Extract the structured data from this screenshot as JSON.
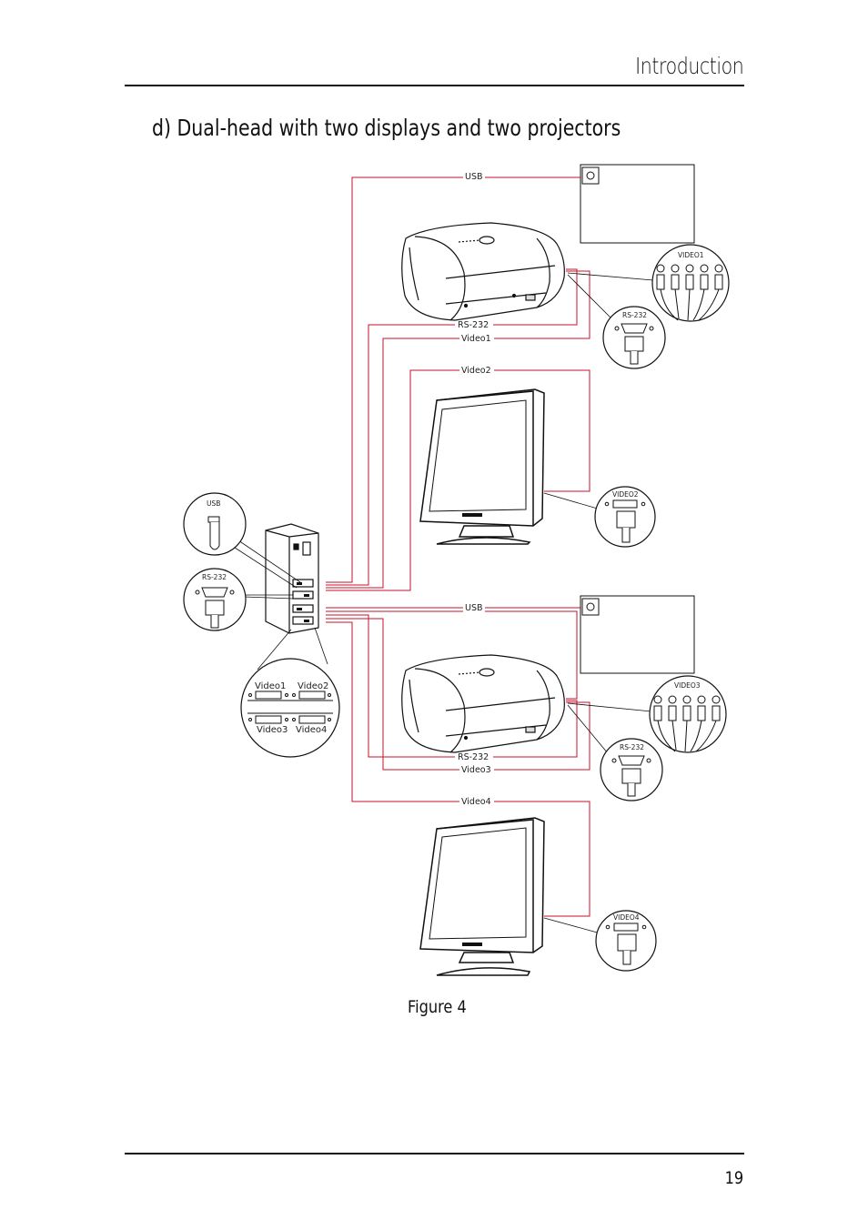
{
  "header": {
    "title": "Introduction"
  },
  "section": {
    "title": "d) Dual-head with two displays and two projectors"
  },
  "figure": {
    "caption": "Figure 4",
    "labels": {
      "usb_top": "USB",
      "rs232_top": "RS-232",
      "video1": "Video1",
      "video2": "Video2",
      "usb_bottom": "USB",
      "rs232_bottom": "RS-232",
      "video3": "Video3",
      "video4": "Video4"
    },
    "callouts": {
      "pc_usb": "USB",
      "pc_rs232": "RS-232",
      "pc_video1": "Video1",
      "pc_video2": "Video2",
      "pc_video3": "Video3",
      "pc_video4": "Video4",
      "proj1_video": "VIDEO1",
      "proj1_rs232": "RS-232",
      "disp1_video": "VIDEO2",
      "proj2_video": "VIDEO3",
      "proj2_rs232": "RS-232",
      "disp2_video": "VIDEO4"
    },
    "colors": {
      "cable": "#c8102e",
      "line": "#111111"
    }
  },
  "footer": {
    "page_number": "19"
  }
}
